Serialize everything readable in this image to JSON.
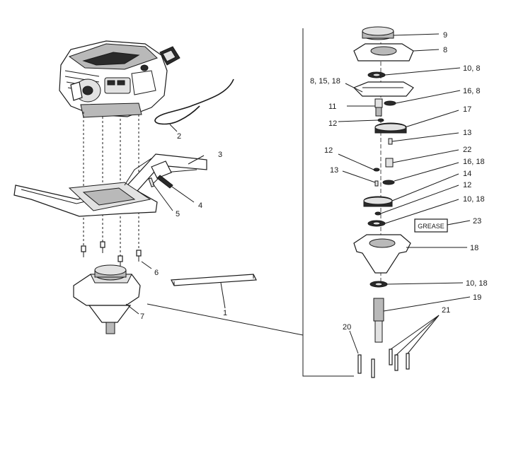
{
  "callouts": {
    "c1": "1",
    "c2": "2",
    "c3": "3",
    "c4": "4",
    "c5": "5",
    "c6": "6",
    "c7": "7",
    "c9": "9",
    "c8": "8",
    "c10_8": "10, 8",
    "c8_15_18": "8, 15, 18",
    "c16_8": "16, 8",
    "c11": "11",
    "c17": "17",
    "c12a": "12",
    "c13a": "13",
    "c12b": "12",
    "c22": "22",
    "c13b": "13",
    "c16_18": "16, 18",
    "c14": "14",
    "c12c": "12",
    "c10_18a": "10, 18",
    "c23": "23",
    "c18": "18",
    "c10_18b": "10, 18",
    "c19": "19",
    "c21": "21",
    "c20": "20"
  },
  "grease_label": "GREASE"
}
